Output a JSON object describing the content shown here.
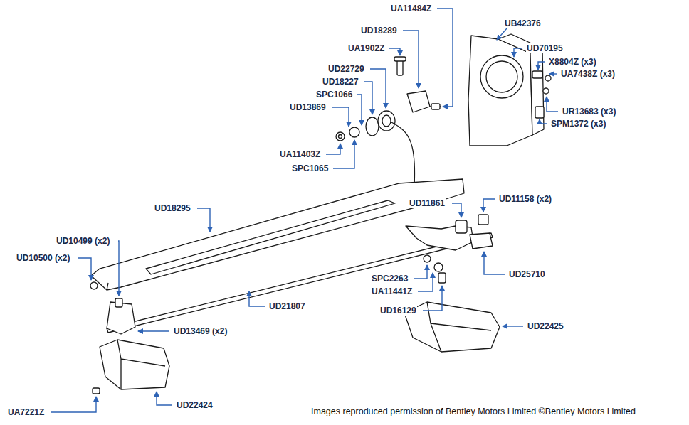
{
  "diagram": {
    "caption": "Images reproduced permission of Bentley Motors Limited ©Bentley Motors Limited",
    "labels": [
      "UA11484Z",
      "UB42376",
      "UD18289",
      "UD70195",
      "UA1902Z",
      "X8804Z (x3)",
      "UD22729",
      "UA7438Z (x3)",
      "UD18227",
      "SPC1066",
      "UD13869",
      "UR13683 (x3)",
      "SPM1372 (x3)",
      "UA11403Z",
      "SPC1065",
      "UD11158 (x2)",
      "UD11861",
      "UD18295",
      "UD10499 (x2)",
      "UD10500 (x2)",
      "UD25710",
      "SPC2263",
      "UA11441Z",
      "UD21807",
      "UD16129",
      "UD22425",
      "UD13469 (x2)",
      "UD22424",
      "UA7221Z"
    ]
  }
}
